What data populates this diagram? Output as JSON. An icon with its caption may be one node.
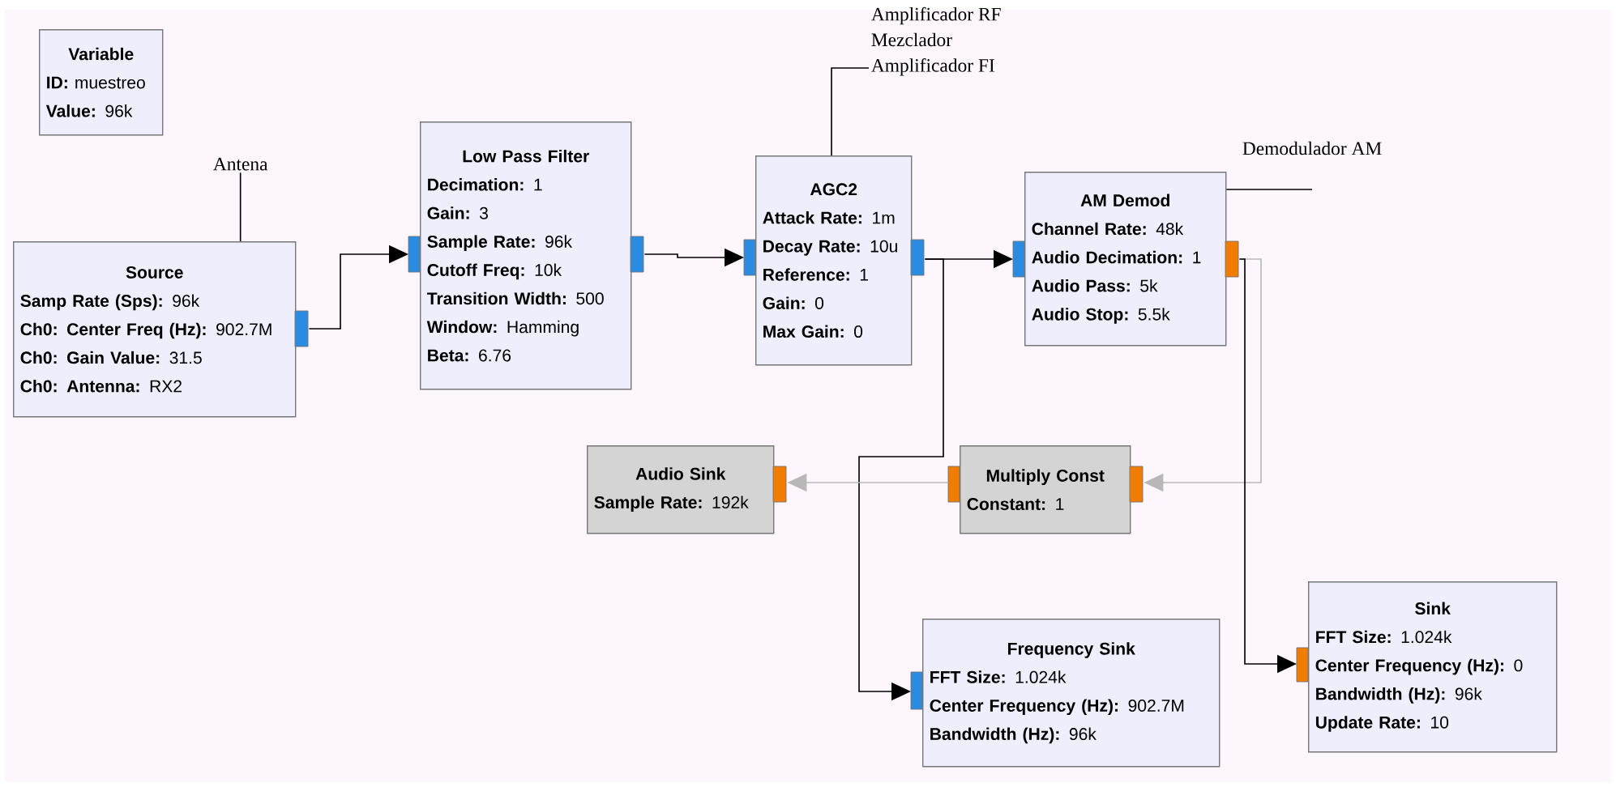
{
  "diagram": {
    "nodes": [
      {
        "text": [
          "Variable",
          "**ID:** muestreo",
          "**Value:** 96k"
        ]
      },
      {
        "text": [
          "Source",
          "**Samp Rate (Sps):** 96k",
          "**Ch0: Center Freq (Hz):** 902.7M",
          "**Ch0: Gain Value:** 31.5",
          "**Ch0: Antenna:** RX2"
        ]
      },
      {
        "text": [
          "Low Pass Filter",
          "**Decimation:** 1",
          "**Gain:** 3",
          "**Sample Rate:** 96k",
          "**Cutoff Freq:** 10k",
          "**Transition Width:** 500",
          "**Window:** Hamming",
          "**Beta:** 6.76"
        ]
      },
      {
        "text": [
          "AGC2",
          "**Attack Rate:** 1m",
          "**Decay Rate:** 10u",
          "**Reference:** 1",
          "**Gain:** 0",
          "**Max Gain:** 0"
        ]
      },
      {
        "text": [
          "AM Demod",
          "**Channel Rate:** 48k",
          "**Audio Decimation:** 1",
          "**Audio Pass:** 5k",
          "**Audio Stop:** 5.5k"
        ]
      },
      {
        "text": [
          "Audio Sink",
          "**Sample Rate:** 192k"
        ]
      },
      {
        "text": [
          "Multiply Const",
          "**Constant:** 1"
        ]
      },
      {
        "text": [
          "Frequency Sink",
          "**FFT Size:** 1.024k",
          "**Center Frequency (Hz):** 902.7M",
          "**Bandwidth (Hz):** 96k"
        ]
      },
      {
        "text": [
          "Sink",
          "**FFT Size:** 1.024k",
          "**Center Frequency (Hz):** 0",
          "**Bandwidth (Hz):** 96k",
          "**Update Rate:** 10"
        ]
      },
      {
        "text": [
          "Antena"
        ]
      },
      {
        "text": [
          "Amplificador RF",
          "Mezclador",
          "Amplificador FI"
        ]
      },
      {
        "text": [
          "Demodulador AM"
        ]
      }
    ],
    "edges": [
      {
        "from": 1,
        "to": 2,
        "arrow": "to"
      },
      {
        "from": 2,
        "to": 3,
        "arrow": "to"
      },
      {
        "from": 3,
        "to": 4,
        "arrow": "to"
      },
      {
        "from": 3,
        "to": 7,
        "arrow": "to"
      },
      {
        "from": 4,
        "to": 6,
        "arrow": "to",
        "color": "#b8b8b8"
      },
      {
        "from": 6,
        "to": 5,
        "arrow": "to",
        "color": "#b8b8b8"
      },
      {
        "from": 4,
        "to": 8,
        "arrow": "to"
      },
      {
        "from": 9,
        "to": 1,
        "arrow": "none"
      },
      {
        "from": 10,
        "to": 3,
        "arrow": "none"
      },
      {
        "from": 11,
        "to": 4,
        "arrow": "none"
      }
    ]
  }
}
